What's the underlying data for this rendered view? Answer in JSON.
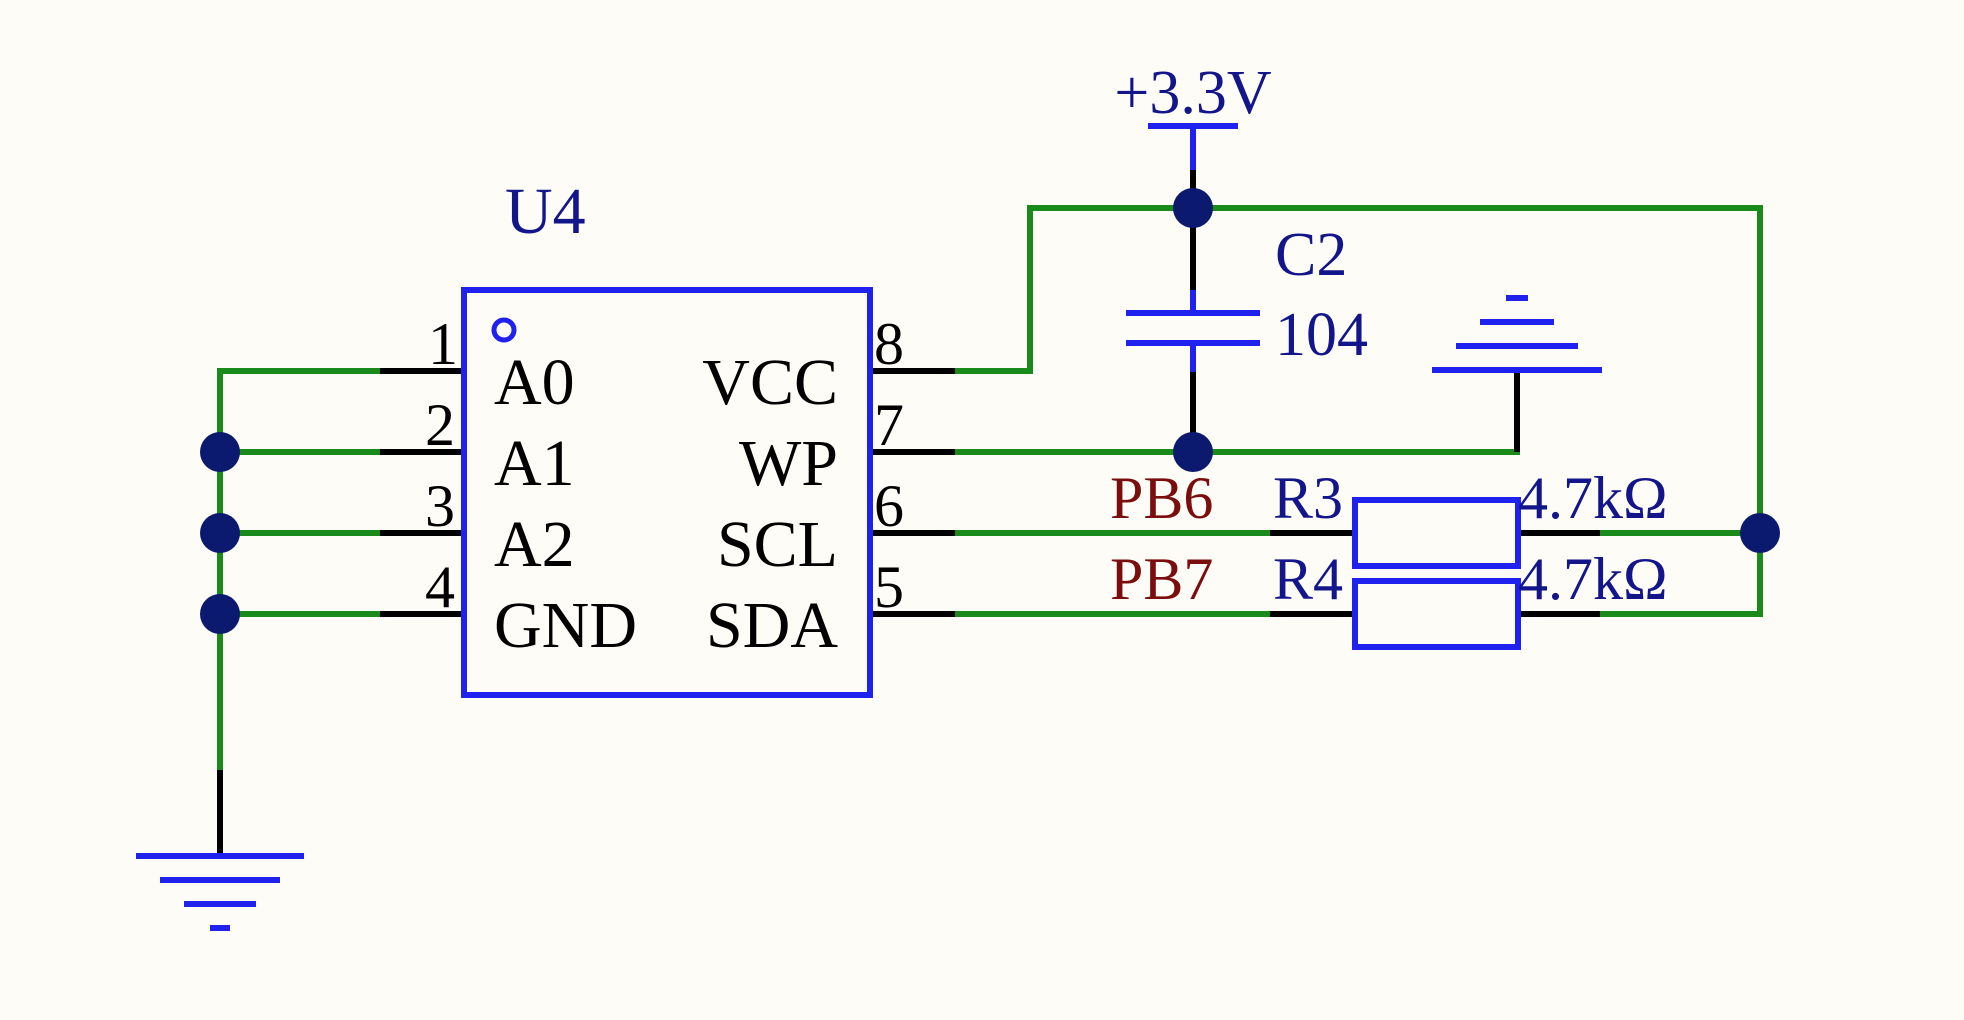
{
  "component": {
    "designator": "U4",
    "pins_left": [
      {
        "number": "1",
        "name": "A0"
      },
      {
        "number": "2",
        "name": "A1"
      },
      {
        "number": "3",
        "name": "A2"
      },
      {
        "number": "4",
        "name": "GND"
      }
    ],
    "pins_right": [
      {
        "number": "8",
        "name": "VCC"
      },
      {
        "number": "7",
        "name": "WP"
      },
      {
        "number": "6",
        "name": "SCL"
      },
      {
        "number": "5",
        "name": "SDA"
      }
    ]
  },
  "power": {
    "label": "+3.3V"
  },
  "capacitor": {
    "designator": "C2",
    "value": "104"
  },
  "resistors": [
    {
      "designator": "R3",
      "value": "4.7kΩ",
      "net": "PB6"
    },
    {
      "designator": "R4",
      "value": "4.7kΩ",
      "net": "PB7"
    }
  ],
  "colors": {
    "wire": "#1a8a1a",
    "symbol": "#1f22ee",
    "junction": "#0b1a6e",
    "label": "#13158a",
    "net_label": "#7a0e0e",
    "background": "#fefcf6"
  }
}
